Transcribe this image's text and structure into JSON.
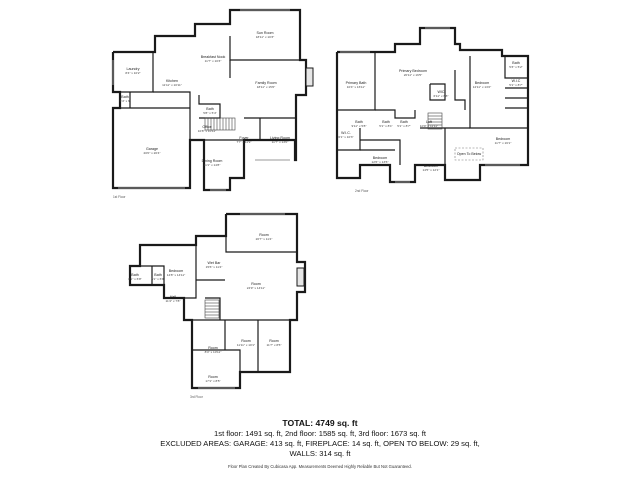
{
  "floors": [
    {
      "tag": "1st Floor",
      "rooms": [
        {
          "name": "Laundry",
          "dims": "8'4\" x 10'2\""
        },
        {
          "name": "Bath",
          "dims": "5'4\" x 6'"
        },
        {
          "name": "Kitchen",
          "dims": "11'11\" x 10'11\""
        },
        {
          "name": "Breakfast Nook",
          "dims": "11'7\" x 10'3\""
        },
        {
          "name": "Sun Room",
          "dims": "18'11\" x 10'3\""
        },
        {
          "name": "Family Room",
          "dims": "18'11\" x 15'6\""
        },
        {
          "name": "Garage",
          "dims": "20'0\" x 20'4\""
        },
        {
          "name": "Bath",
          "dims": "5'8\" x 5'4\""
        },
        {
          "name": "Office",
          "dims": "10'8\" x 10'11\""
        },
        {
          "name": "Dining Room",
          "dims": "11'1\" x 14'8\""
        },
        {
          "name": "Foyer",
          "dims": "7'7\" x 11'9\""
        },
        {
          "name": "Living Room",
          "dims": "11'7\" x 13'0\""
        }
      ]
    },
    {
      "tag": "2nd Floor",
      "rooms": [
        {
          "name": "Primary Bath",
          "dims": "10'4\" x 16'11\""
        },
        {
          "name": "Primary Bedroom",
          "dims": "20'11\" x 16'5\""
        },
        {
          "name": "Bedroom",
          "dims": "12'11\" x 13'2\""
        },
        {
          "name": "Bath",
          "dims": "5'3\" x 5'2\""
        },
        {
          "name": "WIC",
          "dims": "6'11\" x 6'8\""
        },
        {
          "name": "Bath",
          "dims": "9'11\" x 5'8\""
        },
        {
          "name": "W.I.C.",
          "dims": "6'1\" x 10'3\""
        },
        {
          "name": "Bath",
          "dims": "5'1\" x 8'1\""
        },
        {
          "name": "Bath",
          "dims": "5'1\" x 8'7\""
        },
        {
          "name": "W.I.C",
          "dims": "5'1\" x 8'7\""
        },
        {
          "name": "Bedroom",
          "dims": "12'6\" x 13'6\""
        },
        {
          "name": "Bedroom",
          "dims": "14'5\" x 12'1\""
        },
        {
          "name": "Bedroom",
          "dims": "11'7\" x 16'1\""
        },
        {
          "name": "Open To Below",
          "dims": ""
        },
        {
          "name": "Loft",
          "dims": "10'0\" x 11'11\""
        }
      ]
    },
    {
      "tag": "3rd Floor",
      "rooms": [
        {
          "name": "Room",
          "dims": "20'7\" x 11'4\""
        },
        {
          "name": "Wet Bar",
          "dims": "15'6\" x 11'4\""
        },
        {
          "name": "Bedroom",
          "dims": "14'8\" x 14'11\""
        },
        {
          "name": "Bath",
          "dims": "8'1\" x 6'8\""
        },
        {
          "name": "Bath",
          "dims": "5'1\" x 6'8\""
        },
        {
          "name": "Room",
          "dims": "24'9\" x 14'11\""
        },
        {
          "name": "Hall",
          "dims": "11'4\" x 7'8\""
        },
        {
          "name": "Room",
          "dims": "8'4\" x 10'11\""
        },
        {
          "name": "Room",
          "dims": "11'11\" x 10'1\""
        },
        {
          "name": "Room",
          "dims": "11'7\" x 8'5\""
        },
        {
          "name": "Room",
          "dims": "17'1\" x 8'5\""
        }
      ]
    }
  ],
  "summary": {
    "total": "TOTAL: 4749 sq. ft",
    "floors_line": "1st floor: 1491 sq. ft, 2nd floor: 1585 sq. ft, 3rd floor: 1673 sq. ft",
    "excluded_line1": "EXCLUDED AREAS: GARAGE: 413 sq. ft, FIREPLACE: 14 sq. ft, OPEN TO BELOW: 29 sq. ft,",
    "excluded_line2": "WALLS: 314 sq. ft",
    "disclaimer": "Floor Plan Created By Cubicasa App. Measurements Deemed Highly Reliable But Not Guaranteed."
  }
}
